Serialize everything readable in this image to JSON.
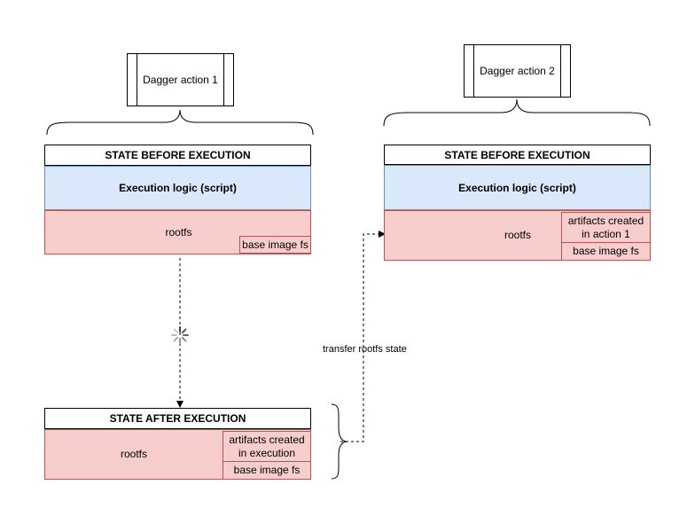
{
  "action1": {
    "title": "Dagger action 1"
  },
  "action2": {
    "title": "Dagger action 2"
  },
  "before1": {
    "header": "STATE BEFORE EXECUTION",
    "logic": "Execution logic (script)",
    "rootfs": "rootfs",
    "base_image": "base image fs"
  },
  "after1": {
    "header": "STATE AFTER EXECUTION",
    "rootfs": "rootfs",
    "artifacts": "artifacts created in execution",
    "base_image": "base image fs"
  },
  "before2": {
    "header": "STATE BEFORE EXECUTION",
    "logic": "Execution logic (script)",
    "rootfs": "rootfs",
    "artifacts": "artifacts created in action 1",
    "base_image": "base image fs"
  },
  "transfer_label": "transfer rootfs state",
  "colors": {
    "logic_fill": "#dae8fc",
    "logic_stroke": "#6c8ebf",
    "rootfs_fill": "#f8cecc",
    "rootfs_stroke": "#b85450"
  }
}
